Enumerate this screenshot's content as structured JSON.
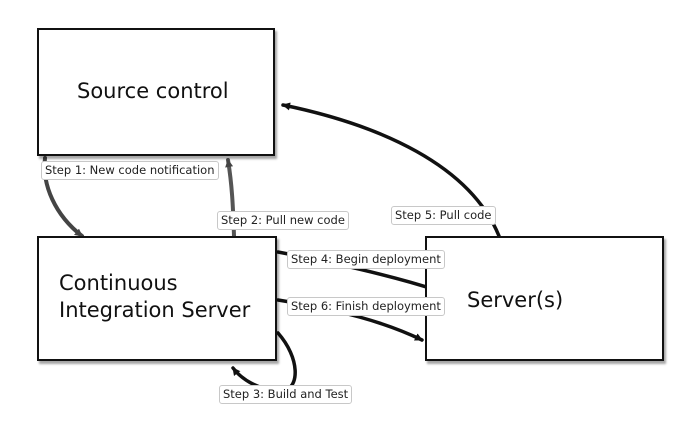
{
  "nodes": {
    "source_control": "Source control",
    "ci_server_line1": "Continuous",
    "ci_server_line2": "Integration Server",
    "servers": "Server(s)"
  },
  "steps": {
    "step1": "Step 1: New code notification",
    "step2": "Step 2: Pull new code",
    "step3": "Step 3: Build and Test",
    "step4": "Step 4: Begin deployment",
    "step5": "Step 5: Pull code",
    "step6": "Step 6: Finish deployment"
  },
  "colors": {
    "stroke": "#111111",
    "step1_arrow": "#444444",
    "step2_arrow": "#555555"
  }
}
